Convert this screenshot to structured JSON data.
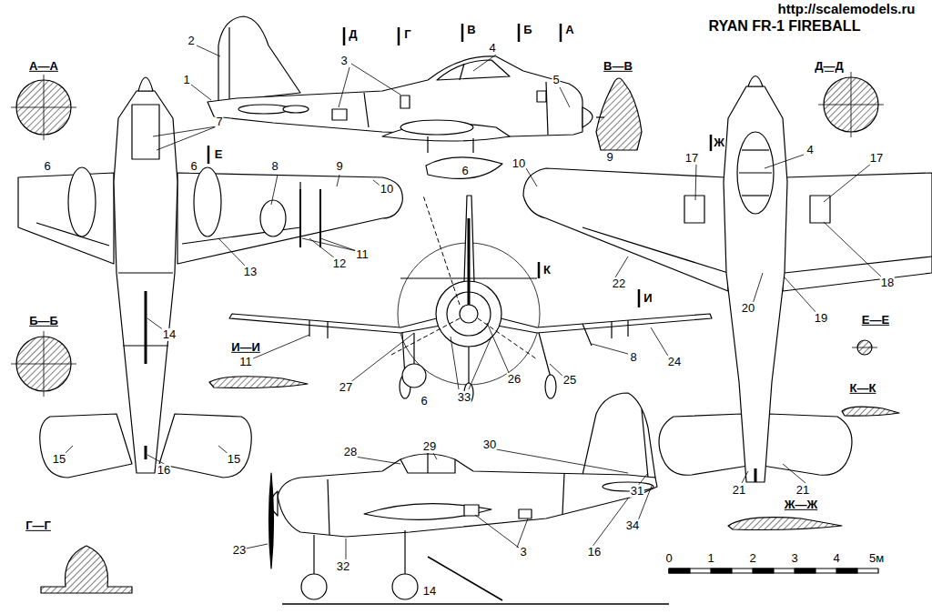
{
  "diagram": {
    "title": "RYAN FR-1 FIREBALL",
    "labels": [
      "http://scalemodels.ru",
      "2",
      "3",
      "Д",
      "Г",
      "В",
      "Б",
      "А",
      "4",
      "1",
      "5",
      "А—А",
      "В—В",
      "Д—Д",
      "7",
      "Е",
      "Ж",
      "4",
      "17",
      "17",
      "9",
      "6",
      "6",
      "8",
      "9",
      "10",
      "10",
      "6",
      "11",
      "12",
      "13",
      "К",
      "22",
      "18",
      "И",
      "20",
      "19",
      "Б—Б",
      "Е—Е",
      "14",
      "И—И",
      "8",
      "11",
      "24",
      "26",
      "25",
      "27",
      "К—К",
      "33",
      "6",
      "28",
      "29",
      "30",
      "15",
      "15",
      "16",
      "21",
      "21",
      "31",
      "Ж—Ж",
      "Г—Г",
      "34",
      "23",
      "3",
      "16",
      "0",
      "1",
      "2",
      "3",
      "4",
      "5м",
      "32",
      "14"
    ]
  }
}
